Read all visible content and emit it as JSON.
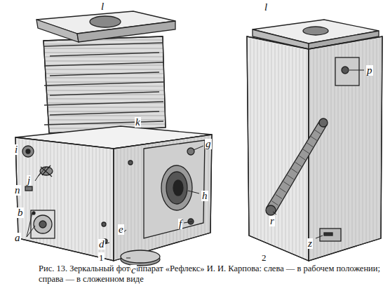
{
  "diagram": {
    "caption": "Рис. 13. Зеркальный фотоаппарат «Рефлекс» И. И. Карпова: слева — в рабочем положении; справа — в сложенном виде",
    "labels": [
      "l",
      "k",
      "i",
      "j",
      "n",
      "b",
      "a",
      "c",
      "d",
      "e",
      "g",
      "h",
      "f",
      "1",
      "l",
      "p",
      "r",
      "z",
      "2"
    ]
  }
}
